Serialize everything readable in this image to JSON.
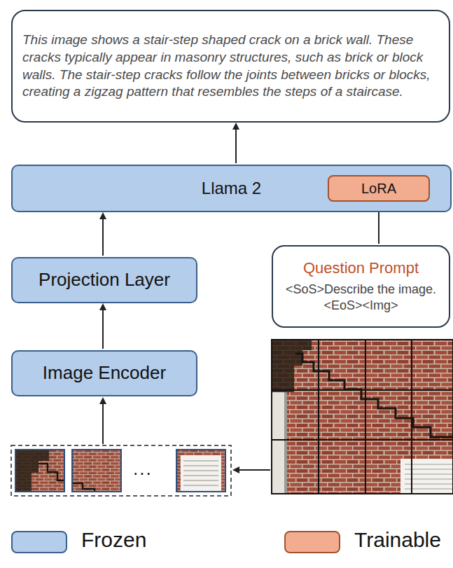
{
  "diagram": {
    "nodes": [
      {
        "text": [
          "This image shows a stair-step shaped crack on a brick wall. These cracks typically appear in masonry structures, such as brick or block walls. The stair-step cracks follow the joints between bricks or blocks, creating a zigzag pattern that resembles the steps of a staircase."
        ]
      },
      {
        "text": [
          "Llama 2"
        ]
      },
      {
        "text": [
          "LoRA"
        ],
        "in": 1
      },
      {
        "text": [
          "Projection Layer"
        ]
      },
      {
        "text": [
          "Question Prompt",
          "<SoS>Describe the image.<EoS><Img>"
        ]
      },
      {
        "text": [
          "Image Encoder"
        ]
      }
    ],
    "edges": [
      {
        "from": 1,
        "to": 0,
        "arrow": "to"
      },
      {
        "from": 3,
        "to": 1,
        "arrow": "to"
      },
      {
        "from": 4,
        "to": 2,
        "arrow": "to"
      },
      {
        "from": 5,
        "to": 3,
        "arrow": "to"
      }
    ],
    "labels": [
      "..."
    ],
    "legend": [
      {
        "text": "Frozen",
        "color": "#b4cdea"
      },
      {
        "text": "Trainable",
        "color": "#f2ad91"
      }
    ]
  }
}
